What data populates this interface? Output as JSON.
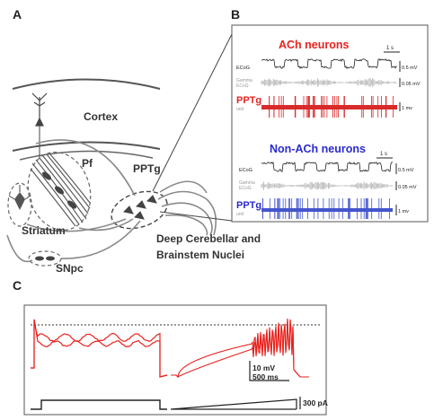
{
  "panel_labels": {
    "a": "A",
    "b": "B",
    "c": "C"
  },
  "panel_a": {
    "cortex": "Cortex",
    "pf": "Pf",
    "pptg": "PPTg",
    "striatum": "Striatum",
    "snpc": "SNpc",
    "deep_line1": "Deep Cerebellar and",
    "deep_line2": "Brainstem Nuclei"
  },
  "panel_b": {
    "ach": {
      "title": "ACh neurons",
      "title_color": "#e8221f",
      "scalebar_time": "1 s",
      "ecog_label": "ECoG",
      "ecog_scale": "0.5 mV",
      "gamma_label1": "Gamma",
      "gamma_label2": "ECoG",
      "gamma_scale": "0.05 mV",
      "pptg_label": "PPTg",
      "unit_label": "unit",
      "unit_scale": "1 mv",
      "unit_color": "#d92b2b"
    },
    "nonach": {
      "title": "Non-ACh neurons",
      "title_color": "#2a2ad0",
      "scalebar_time": "1 s",
      "ecog_label": "ECoG",
      "ecog_scale": "0.5 mV",
      "gamma_label1": "Gamma",
      "gamma_label2": "ECoG",
      "gamma_scale": "0.05 mV",
      "pptg_label": "PPTg",
      "unit_label": "unit",
      "unit_scale": "1 mv",
      "unit_color": "#4455cc"
    }
  },
  "panel_c": {
    "scale_mv": "10 mV",
    "scale_ms": "500 ms",
    "scale_pa": "300 pA",
    "trace_color": "#e8231f"
  }
}
